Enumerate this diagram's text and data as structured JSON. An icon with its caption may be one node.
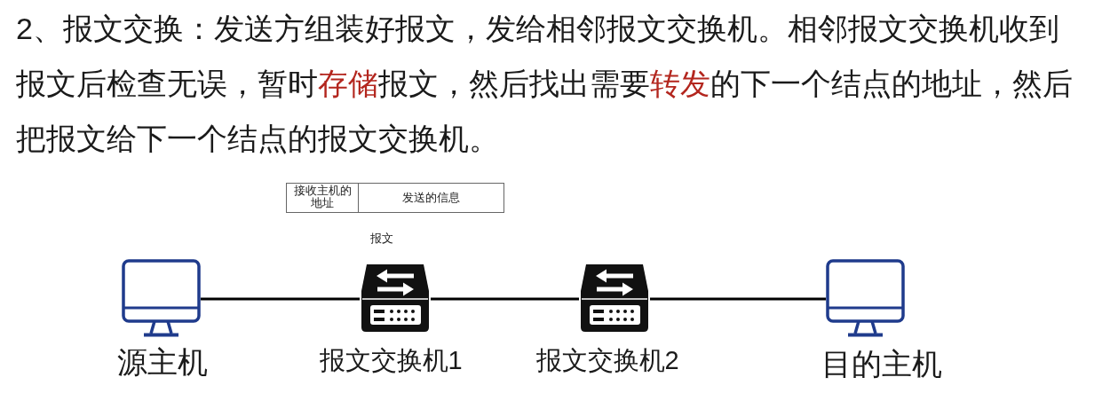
{
  "diagram": {
    "title": "2、报文交换：发送方组装好报文，发给相邻报文交换机。相邻报文交换机收到报文后检查无误，暂时**存储**报文，然后找出需要**转发**的下一个结点的地址，然后把报文给下一个结点的报文交换机。",
    "nodes": [
      {
        "text": [
          "接收主机的地址",
          "发送的信息"
        ],
        "beside": [
          "报文"
        ]
      },
      {
        "text": [
          "源主机"
        ]
      },
      {
        "text": [
          "报文交换机1"
        ]
      },
      {
        "text": [
          "报文交换机2"
        ]
      },
      {
        "text": [
          "目的主机"
        ]
      }
    ],
    "edges": [
      {
        "from": 1,
        "to": 2,
        "arrow": "none"
      },
      {
        "from": 2,
        "to": 3,
        "arrow": "none"
      },
      {
        "from": 3,
        "to": 4,
        "arrow": "none"
      }
    ]
  }
}
